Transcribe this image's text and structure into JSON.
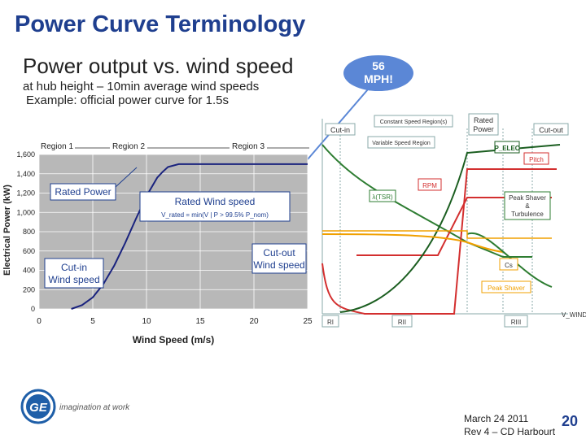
{
  "slide": {
    "title": "Power Curve Terminology",
    "subtitle": "Power output vs. wind speed",
    "desc_line1": "at hub height – 10min average wind speeds",
    "desc_line2": "Example: official power curve for 1.5s"
  },
  "bubble": {
    "line1": "56",
    "line2": "MPH!"
  },
  "left_chart": {
    "regions": [
      "Region 1",
      "Region 2",
      "Region 3"
    ],
    "callouts": {
      "rated_power": "Rated Power",
      "rated_wind_speed": "Rated Wind speed",
      "rated_formula": "V_rated = min(V | P > 99.5% P_nom)",
      "cut_out_line1": "Cut-out",
      "cut_out_line2": "Wind speed",
      "cut_in_line1": "Cut-in",
      "cut_in_line2": "Wind speed"
    }
  },
  "chart_data": {
    "type": "line",
    "title": "",
    "xlabel": "Wind Speed (m/s)",
    "ylabel": "Electrical Power (kW)",
    "xlim": [
      0,
      25
    ],
    "ylim": [
      0,
      1600
    ],
    "xticks": [
      0,
      5,
      10,
      15,
      20,
      25
    ],
    "yticks": [
      "0",
      "200",
      "400",
      "600",
      "800",
      "1,000",
      "1,200",
      "1,400",
      "1,600"
    ],
    "grid": true,
    "series": [
      {
        "x": [
          3,
          4,
          5,
          6,
          7,
          8,
          9,
          10,
          11,
          11.5,
          12,
          13,
          14,
          15,
          20,
          25
        ],
        "values": [
          0,
          40,
          120,
          260,
          450,
          680,
          930,
          1170,
          1360,
          1420,
          1470,
          1500,
          1500,
          1500,
          1500,
          1500
        ]
      }
    ]
  },
  "right_chart": {
    "labels": {
      "cut_in": "Cut-in",
      "constant_speed": "Constant Speed Region(s)",
      "variable_speed": "Variable Speed Region",
      "rated_power_line1": "Rated",
      "rated_power_line2": "Power",
      "cut_out": "Cut-out",
      "p_elec": "P_ELEC",
      "pitch": "Pitch",
      "rpm": "RPM",
      "tsr": "λ(TSR)",
      "peak_shaver_line1": "Peak Shaver",
      "peak_shaver_line2": "&",
      "peak_shaver_line3": "Turbulence",
      "cs": "Cs",
      "peak_shaver2": "Peak Shaver",
      "v_wind": "V_WIND",
      "ri": "RI",
      "rii": "RII",
      "riii": "RIII"
    }
  },
  "logo": {
    "tagline": "imagination at work",
    "monogram": "GE"
  },
  "footer": {
    "date": "March 24 2011",
    "rev": "Rev 4 – CD Harbourt",
    "page": "20"
  },
  "colors": {
    "title": "#1f3f8f",
    "curve": "#1a237e",
    "plot_bg": "#b8b8b8",
    "green": "#2e7d32",
    "red": "#d32f2f",
    "orange": "#f0a000",
    "dark_green": "#1b5e20",
    "bubble": "#5b87d6"
  }
}
